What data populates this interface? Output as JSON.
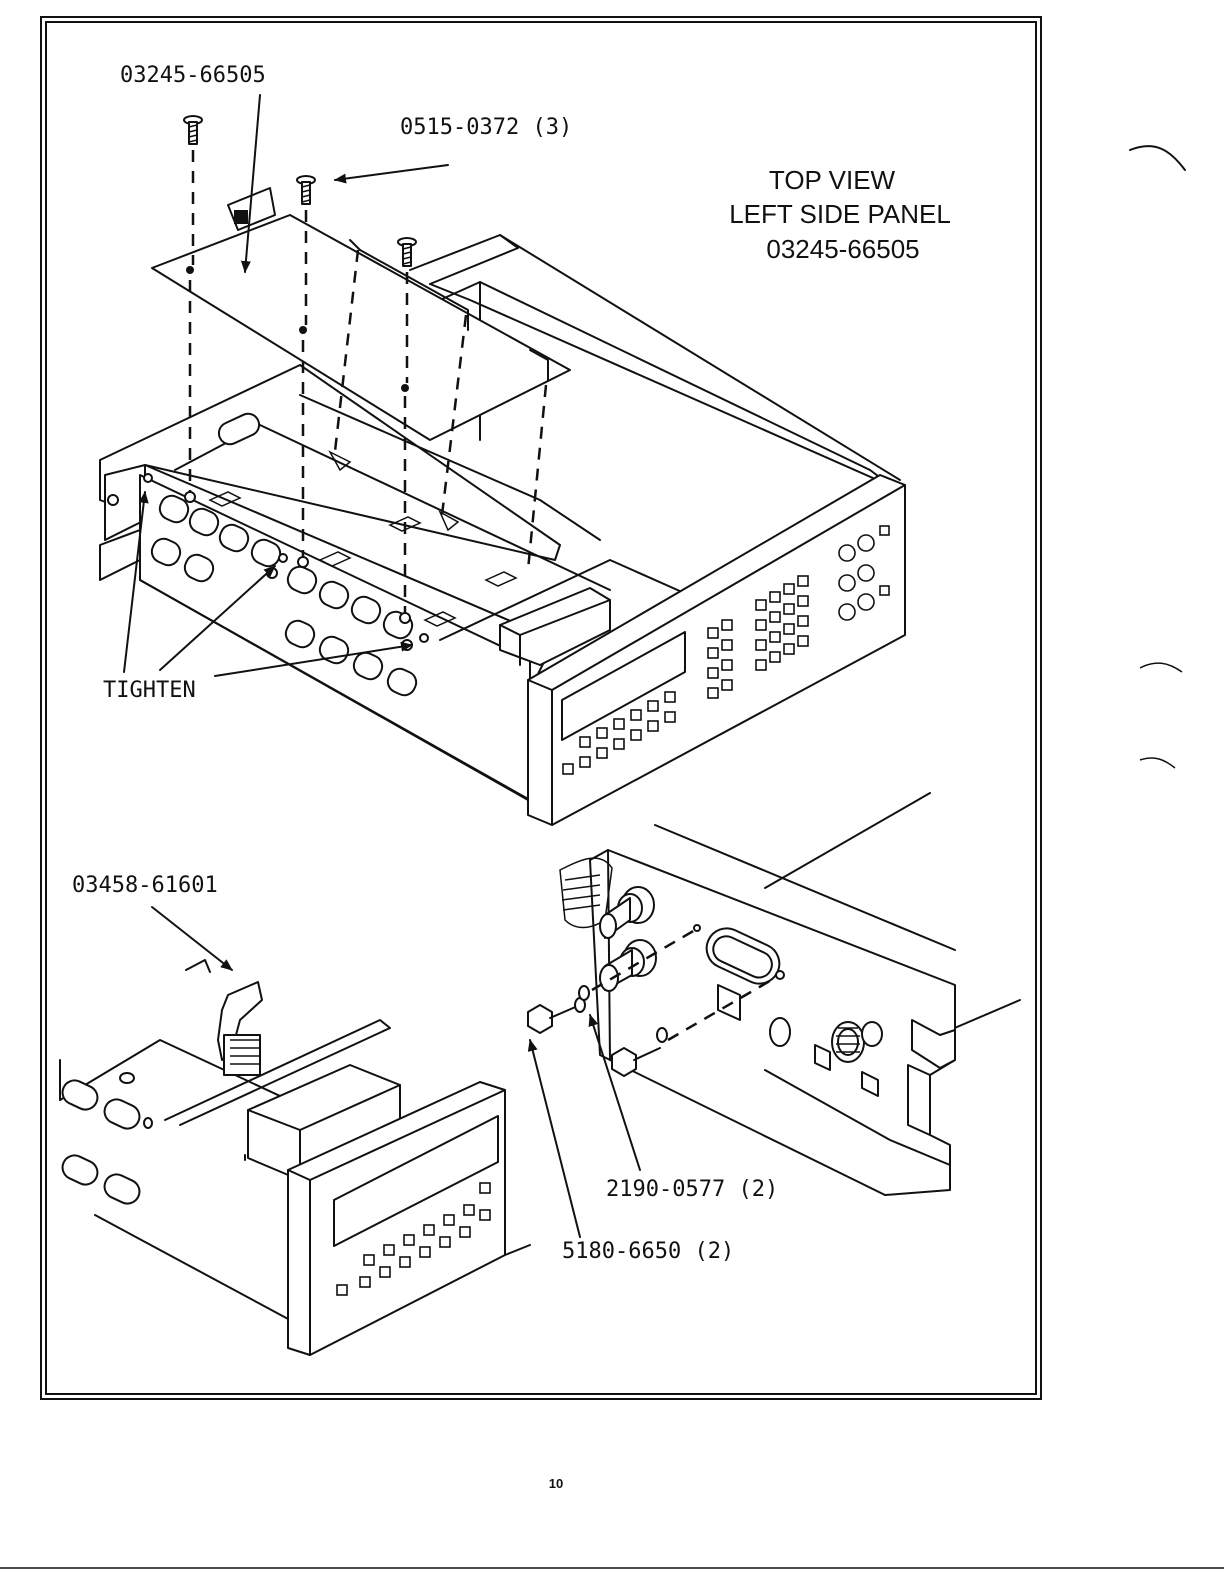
{
  "diagram": {
    "title": {
      "line1": "TOP VIEW",
      "line2": "LEFT SIDE PANEL",
      "line3": "03245-66505"
    },
    "callouts": {
      "board_part": "03245-66505",
      "screw_part": "0515-0372 (3)",
      "tighten": "TIGHTEN",
      "cable_part": "03458-61601",
      "washer_part": "2190-0577 (2)",
      "nut_part": "5180-6650 (2)"
    }
  },
  "footer": {
    "page_number": "10"
  }
}
